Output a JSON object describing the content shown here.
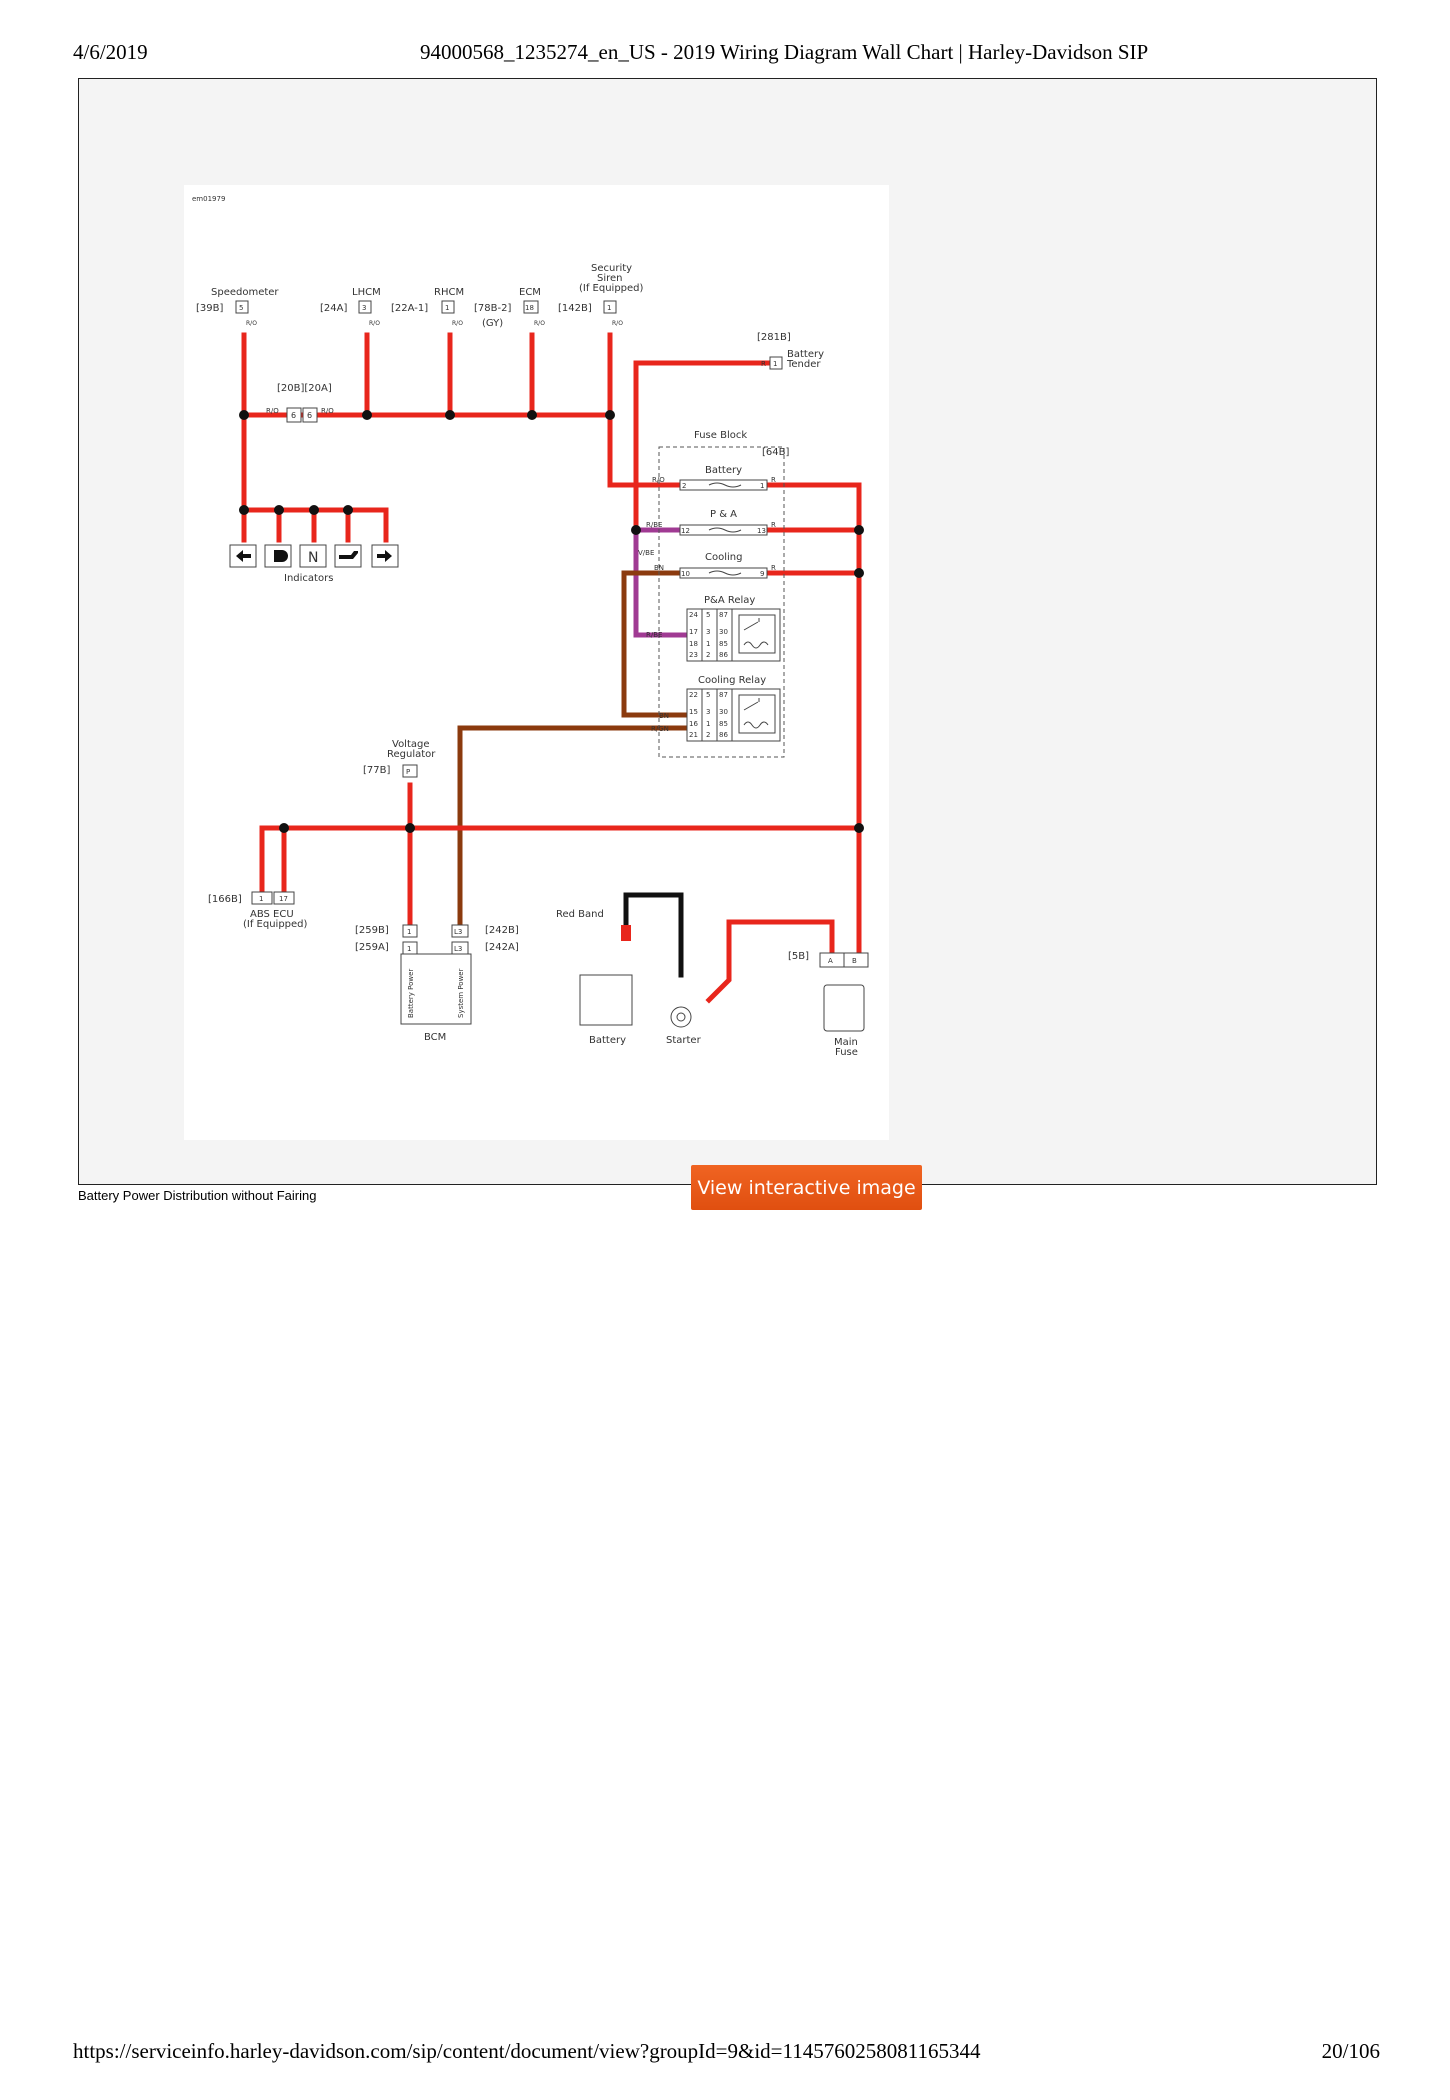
{
  "header": {
    "date": "4/6/2019",
    "title": "94000568_1235274_en_US - 2019 Wiring Diagram Wall Chart | Harley-Davidson SIP"
  },
  "diagram": {
    "id": "em01979",
    "components": {
      "speedometer": "Speedometer",
      "lhcm": "LHCM",
      "rhcm": "RHCM",
      "ecm": "ECM",
      "siren_1": "Security",
      "siren_2": "Siren",
      "siren_3": "(If Equipped)",
      "battery_tender_1": "Battery",
      "battery_tender_2": "Tender",
      "fuse_block": "Fuse Block",
      "fuse_battery": "Battery",
      "fuse_pa": "P & A",
      "fuse_cooling": "Cooling",
      "pa_relay": "P&A Relay",
      "cooling_relay": "Cooling Relay",
      "indicators": "Indicators",
      "voltage_regulator_1": "Voltage",
      "voltage_regulator_2": "Regulator",
      "abs_ecu_1": "ABS ECU",
      "abs_ecu_2": "(If Equipped)",
      "bcm": "BCM",
      "red_band": "Red Band",
      "battery": "Battery",
      "starter": "Starter",
      "main_fuse_1": "Main",
      "main_fuse_2": "Fuse",
      "bcm_pin_battery_power": "Battery Power",
      "bcm_pin_system_power": "System Power"
    },
    "connectors": {
      "c39b": "[39B]",
      "c24a": "[24A]",
      "c22a1": "[22A-1]",
      "c78b2": "[78B-2]",
      "c78b2_gy": "(GY)",
      "c142b": "[142B]",
      "c281b": "[281B]",
      "c20b20a": "[20B][20A]",
      "c64b": "[64B]",
      "c77b": "[77B]",
      "c166b": "[166B]",
      "c259b": "[259B]",
      "c259a": "[259A]",
      "c242b": "[242B]",
      "c242a": "[242A]",
      "c5b": "[5B]"
    },
    "pins": {
      "p5": "5",
      "p3": "3",
      "p1": "1",
      "p18": "18",
      "p6": "6",
      "p2": "2",
      "p12": "12",
      "p13": "13",
      "p10": "10",
      "p9": "9",
      "pP": "P",
      "p17": "17",
      "pL3": "L3",
      "pA": "A",
      "pB": "B",
      "neutral": "N",
      "relay_pa": [
        "24",
        "5",
        "87",
        "17",
        "3",
        "30",
        "18",
        "1",
        "85",
        "23",
        "2",
        "86"
      ],
      "relay_cool": [
        "22",
        "5",
        "87",
        "15",
        "3",
        "30",
        "16",
        "1",
        "85",
        "21",
        "2",
        "86"
      ]
    },
    "wire_labels": {
      "ro": "R/O",
      "r": "R",
      "rbe": "R/BE",
      "bn": "BN",
      "rgn": "R/GN",
      "vbe": "V/BE"
    },
    "wire_colors": {
      "red": "#e8261c",
      "brown": "#8b3a0e",
      "violet": "#a03a93",
      "black": "#111111"
    }
  },
  "button": {
    "label": "View interactive image"
  },
  "caption": "Battery Power Distribution without Fairing",
  "footer": {
    "url": "https://serviceinfo.harley-davidson.com/sip/content/document/view?groupId=9&id=1145760258081165344",
    "page": "20/106"
  }
}
